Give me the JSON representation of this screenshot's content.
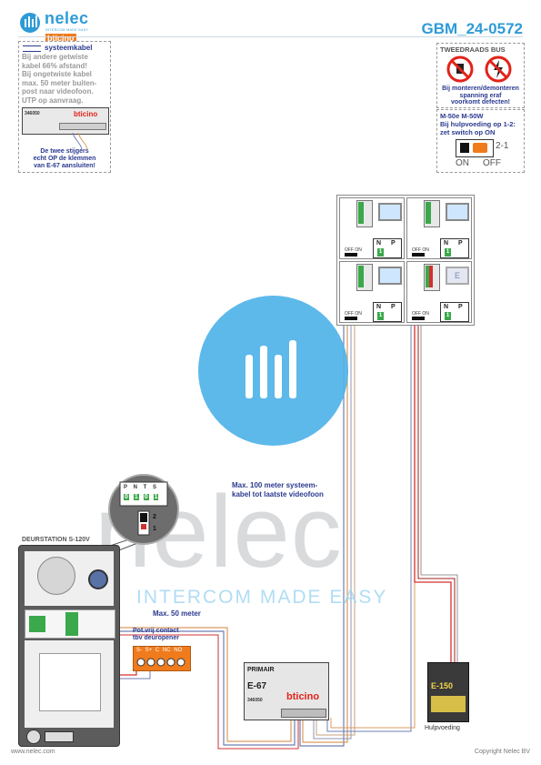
{
  "header": {
    "brand_name": "nelec",
    "brand_tagline": "INTERCOM MADE EASY",
    "brand_sub": "bticino",
    "document_id": "GBM_24-0572"
  },
  "note_left": {
    "legend": "systeemkabel",
    "lines": [
      "Bij andere getwiste",
      "kabel 66% afstand!",
      "Bij ongetwiste kabel",
      "max. 50 meter buiten-",
      "post naar videofoon.",
      "UTP op aanvraag."
    ],
    "device_code": "346050",
    "device_brand": "bticino",
    "caption_lines": [
      "De twee stijgers",
      "echt OP de klemmen",
      "van E-67 aansluiten!"
    ]
  },
  "note_right": {
    "title": "TWEEDRAADS BUS",
    "warning_lines": [
      "Bij monteren/demonteren",
      "spanning eraf",
      "voorkomt defecten!"
    ],
    "switch_lines": [
      "M-50e  M-50W",
      "Bij hulpvoeding op 1-2:",
      "zet switch op ON"
    ],
    "switch_position": "2-1",
    "switch_on": "ON",
    "switch_off": "OFF"
  },
  "monitors": {
    "switch_label": "OFF ON",
    "n_label": "N",
    "p_label": "P",
    "n_value": "1",
    "display_letter": "E"
  },
  "labels": {
    "system_cable": [
      "Max. 100 meter systeem-",
      "kabel tot laatste videofoon"
    ],
    "doorstation": "DEURSTATION S-120V",
    "max50": "Max. 50 meter",
    "contact": [
      "Pot.vrij contact",
      "tbv deuropener"
    ],
    "relay_terminals": [
      "S-",
      "S+",
      "C",
      "NC",
      "NO"
    ],
    "zoom_terms": [
      "P",
      "N",
      "T",
      "S"
    ],
    "zoom_values": [
      "0",
      "1",
      "0",
      "1"
    ],
    "zoom_switch": [
      "2",
      "1"
    ],
    "power_supply": "E-150",
    "power_caption": "Hulpvoeding",
    "interface_primary": "PRIMAIR",
    "interface_model": "E-67",
    "interface_code": "346050",
    "interface_brand": "bticino"
  },
  "watermark": {
    "word": "nelec",
    "tagline": "INTERCOM MADE EASY"
  },
  "footer": {
    "left": "www.nelec.com",
    "right": "Copyright Nelec BV"
  }
}
